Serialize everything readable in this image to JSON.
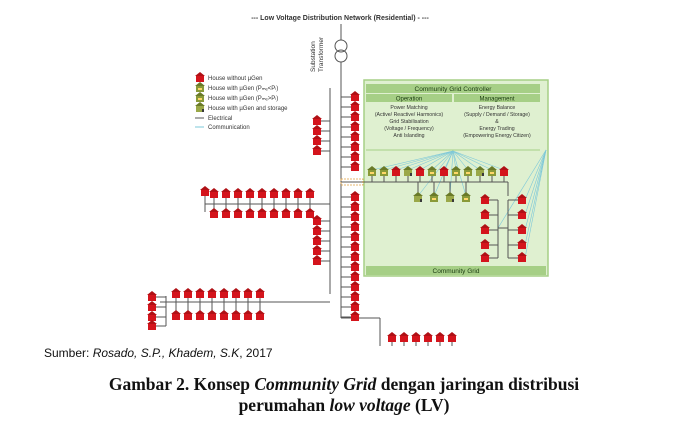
{
  "diagram": {
    "title": "--- Low Voltage Distribution Network (Residential) - ---",
    "transformer_label_1": "Substation",
    "transformer_label_2": "Transformer",
    "legend": [
      {
        "label": "House without µGen",
        "icon": "red-house-icon"
      },
      {
        "label": "House with µGen (Pₘₑ<Pₗ)",
        "icon": "green-house-pv-icon"
      },
      {
        "label": "House with µGen (Pₘₑ>Pₗ)",
        "icon": "green-house-pv-icon"
      },
      {
        "label": "House with µGen and storage",
        "icon": "green-house-storage-icon"
      },
      {
        "label": "Electrical",
        "icon": "electrical-line-icon"
      },
      {
        "label": "Communication",
        "icon": "communication-line-icon"
      }
    ],
    "controller": {
      "title": "Community Grid Controller",
      "operation": {
        "heading": "Operation",
        "lines": [
          "Power Matching",
          "(Active/ Reactive/ Harmonics)",
          "Grid Stabilisation",
          "(Voltage / Frequency)",
          "Anti Islanding"
        ]
      },
      "management": {
        "heading": "Management",
        "lines": [
          "Energy Balance",
          "(Supply / Demand / Storage)",
          "&",
          "Energy Trading",
          "(Empowering Energy Citizen)"
        ]
      }
    },
    "community_grid_label": "Community Grid",
    "colors": {
      "house_red": "#d4141c",
      "house_green": "#8a9a38",
      "panel_green": "#a6cf86",
      "box_fill": "#dff0d0",
      "communication_line": "#7ec8d8",
      "electrical_line": "#555555"
    }
  },
  "source": {
    "prefix": "Sumber: ",
    "text": "Rosado, S.P., Khadem, S.K",
    "year": ", 2017"
  },
  "caption": {
    "part1": "Gambar 2. Konsep ",
    "italic1": "Community Grid",
    "part2": " dengan jaringan distribusi",
    "part3": "perumahan ",
    "italic2": "low voltage",
    "part4": " (LV)"
  }
}
